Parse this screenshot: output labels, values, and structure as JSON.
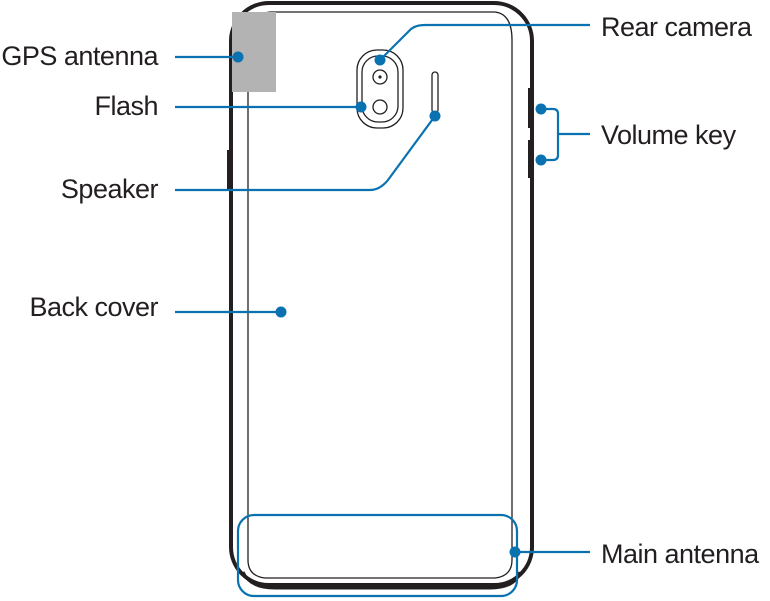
{
  "labels": {
    "gps_antenna": "GPS antenna",
    "flash": "Flash",
    "speaker": "Speaker",
    "back_cover": "Back cover",
    "rear_camera": "Rear camera",
    "volume_key": "Volume key",
    "main_antenna": "Main antenna"
  },
  "colors": {
    "callout": "#0a72b0",
    "outline": "#231f20",
    "gps_region": "#b3b3b3"
  }
}
